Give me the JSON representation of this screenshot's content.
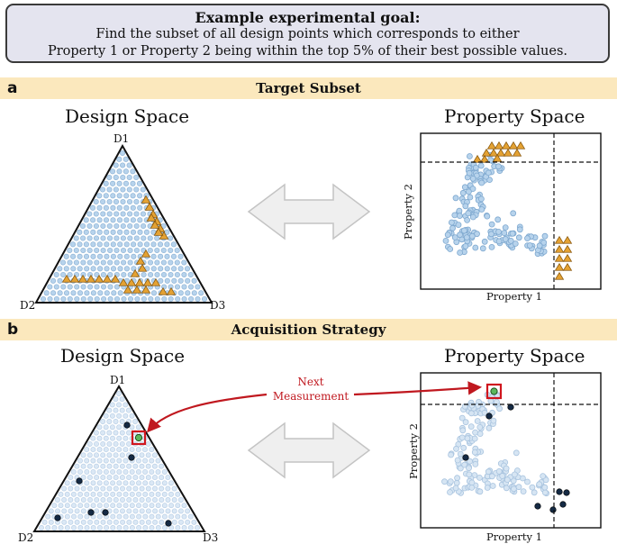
{
  "goal": {
    "title": "Example experimental goal:",
    "line1": "Find the subset of all design points which corresponds to either",
    "line2": "Property 1 or Property 2 being within the top 5% of their best possible values."
  },
  "sections": [
    {
      "letter": "a",
      "title": "Target Subset",
      "design_title": "Design Space",
      "property_title": "Property Space",
      "vertices": [
        "D1",
        "D2",
        "D3"
      ],
      "x_axis": "Property 1",
      "y_axis": "Property 2"
    },
    {
      "letter": "b",
      "title": "Acquisition Strategy",
      "design_title": "Design Space",
      "property_title": "Property Space",
      "vertices": [
        "D1",
        "D2",
        "D3"
      ],
      "x_axis": "Property 1",
      "y_axis": "Property 2",
      "annotation": [
        "Next",
        "Measurement"
      ]
    }
  ],
  "colors": {
    "box_background": "#e4e4ef",
    "band_background": "#fbe8bd",
    "design_point": "#b7d3ec",
    "target_point": "#e4a233",
    "measured_point": "#152a44",
    "next_point": "#5cb85c",
    "highlight": "#d0161e",
    "arrow_fill": "#efefef"
  }
}
